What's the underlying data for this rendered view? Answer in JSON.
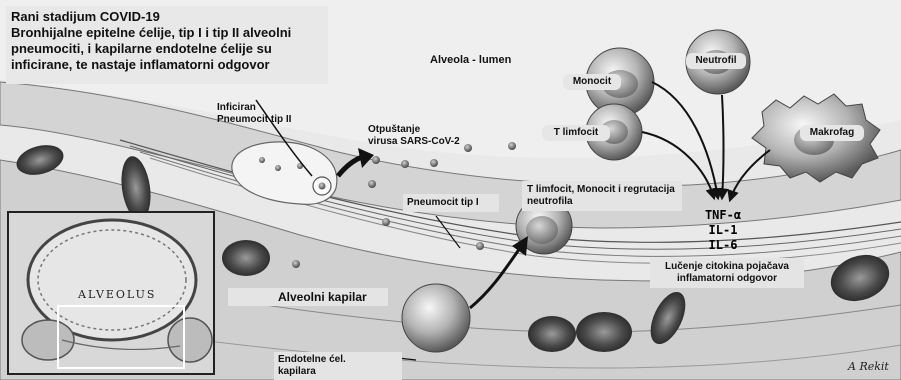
{
  "title": {
    "line1": "Rani stadijum COVID-19",
    "line2": "Bronhijalne epitelne ćelije, tip I i tip II alveolni pneumociti, i kapilarne endotelne ćelije su inficirane, te nastaje inflamatorni odgovor"
  },
  "labels": {
    "alveola_lumen": "Alveola - lumen",
    "monocit": "Monocit",
    "neutrofil": "Neutrofil",
    "t_limfocit": "T limfocit",
    "makrofag": "Makrofag",
    "inficiran_pneumocit_line1": "Inficiran",
    "inficiran_pneumocit_line2": "Pneumocit tip II",
    "otpustanje_line1": "Otpuštanje",
    "otpustanje_line2": "virusa SARS-CoV-2",
    "pneumocit_tip1": "Pneumocit tip I",
    "regrutacija": "T limfocit, Monocit i regrutacija neutrofila",
    "alveolni_kapilar": "Alveolni kapilar",
    "lucenje": "Lučenje citokina pojačava inflamatorni odgovor",
    "endotelne_line1": "Endotelne ćel.",
    "endotelne_line2": "kapilara",
    "alveolus": "ALVEOLUS",
    "signature": "A Rekit"
  },
  "cytokines": [
    "TNF-α",
    "IL-1",
    "IL-6"
  ],
  "colors": {
    "label_bg": "#e4e4e4",
    "tissue": "#d9d9d9",
    "rbc": "#3a3a3a"
  }
}
